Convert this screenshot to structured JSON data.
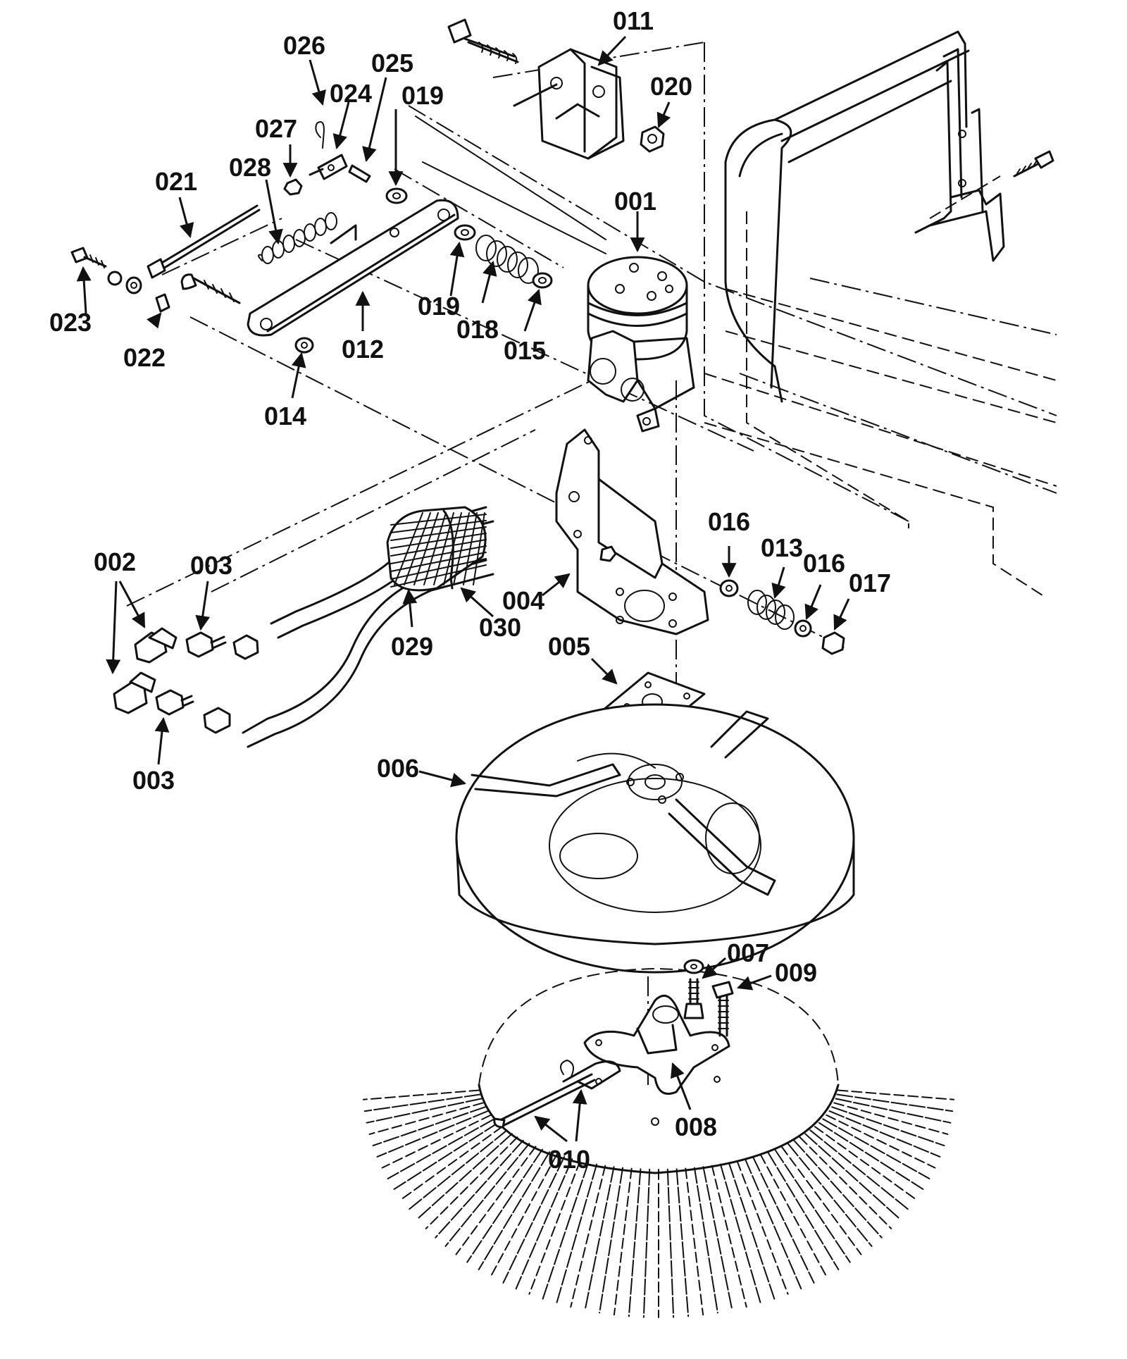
{
  "callouts": [
    {
      "id": "c001",
      "label": "001"
    },
    {
      "id": "c002",
      "label": "002"
    },
    {
      "id": "c003a",
      "label": "003"
    },
    {
      "id": "c003b",
      "label": "003"
    },
    {
      "id": "c004",
      "label": "004"
    },
    {
      "id": "c005",
      "label": "005"
    },
    {
      "id": "c006",
      "label": "006"
    },
    {
      "id": "c007",
      "label": "007"
    },
    {
      "id": "c008",
      "label": "008"
    },
    {
      "id": "c009",
      "label": "009"
    },
    {
      "id": "c010",
      "label": "010"
    },
    {
      "id": "c011",
      "label": "011"
    },
    {
      "id": "c012",
      "label": "012"
    },
    {
      "id": "c013",
      "label": "013"
    },
    {
      "id": "c014",
      "label": "014"
    },
    {
      "id": "c015",
      "label": "015"
    },
    {
      "id": "c016a",
      "label": "016"
    },
    {
      "id": "c016b",
      "label": "016"
    },
    {
      "id": "c017",
      "label": "017"
    },
    {
      "id": "c018",
      "label": "018"
    },
    {
      "id": "c019a",
      "label": "019"
    },
    {
      "id": "c019b",
      "label": "019"
    },
    {
      "id": "c020",
      "label": "020"
    },
    {
      "id": "c021",
      "label": "021"
    },
    {
      "id": "c022",
      "label": "022"
    },
    {
      "id": "c023",
      "label": "023"
    },
    {
      "id": "c024",
      "label": "024"
    },
    {
      "id": "c025",
      "label": "025"
    },
    {
      "id": "c026",
      "label": "026"
    },
    {
      "id": "c027",
      "label": "027"
    },
    {
      "id": "c028",
      "label": "028"
    },
    {
      "id": "c029",
      "label": "029"
    },
    {
      "id": "c030",
      "label": "030"
    }
  ]
}
